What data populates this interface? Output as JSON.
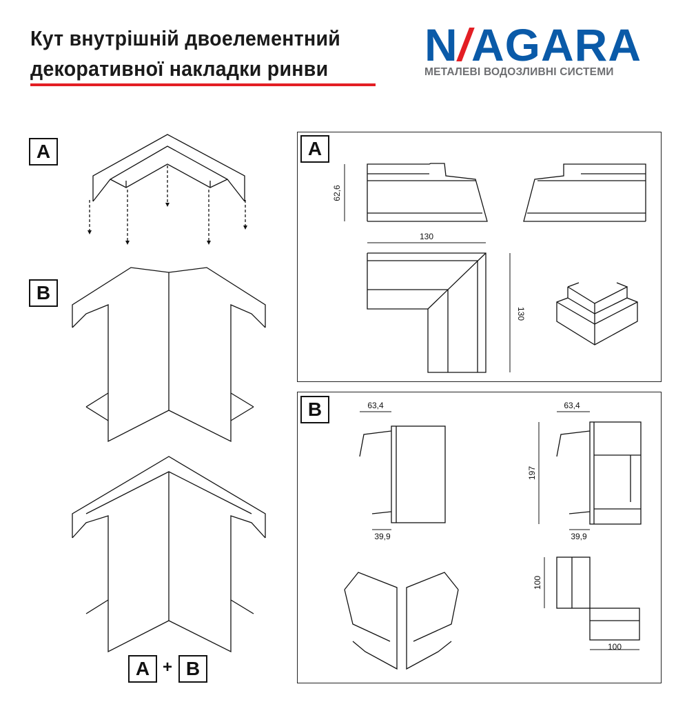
{
  "header": {
    "title_line1": "Кут внутрішній двоелементний",
    "title_line2": "декоративної накладки ринви",
    "accent_color": "#e31e24"
  },
  "logo": {
    "word_start": "N",
    "word_slash": "/",
    "word_end": "AGARA",
    "tagline": "МЕТАЛЕВІ ВОДОЗЛИВНІ СИСТЕМИ",
    "brand_color": "#0a5aa8"
  },
  "left": {
    "label_a": "A",
    "label_b": "B",
    "combo_a": "A",
    "combo_plus": "+",
    "combo_b": "B"
  },
  "panel_a": {
    "label": "A",
    "dim_height": "62,6",
    "dim_width": "130",
    "dim_depth": "130"
  },
  "panel_b": {
    "label": "B",
    "dim_top_left": "63,4",
    "dim_bottom_left": "39,9",
    "dim_top_right": "63,4",
    "dim_bottom_right": "39,9",
    "dim_height": "197",
    "dim_side": "100",
    "dim_bottom": "100"
  }
}
